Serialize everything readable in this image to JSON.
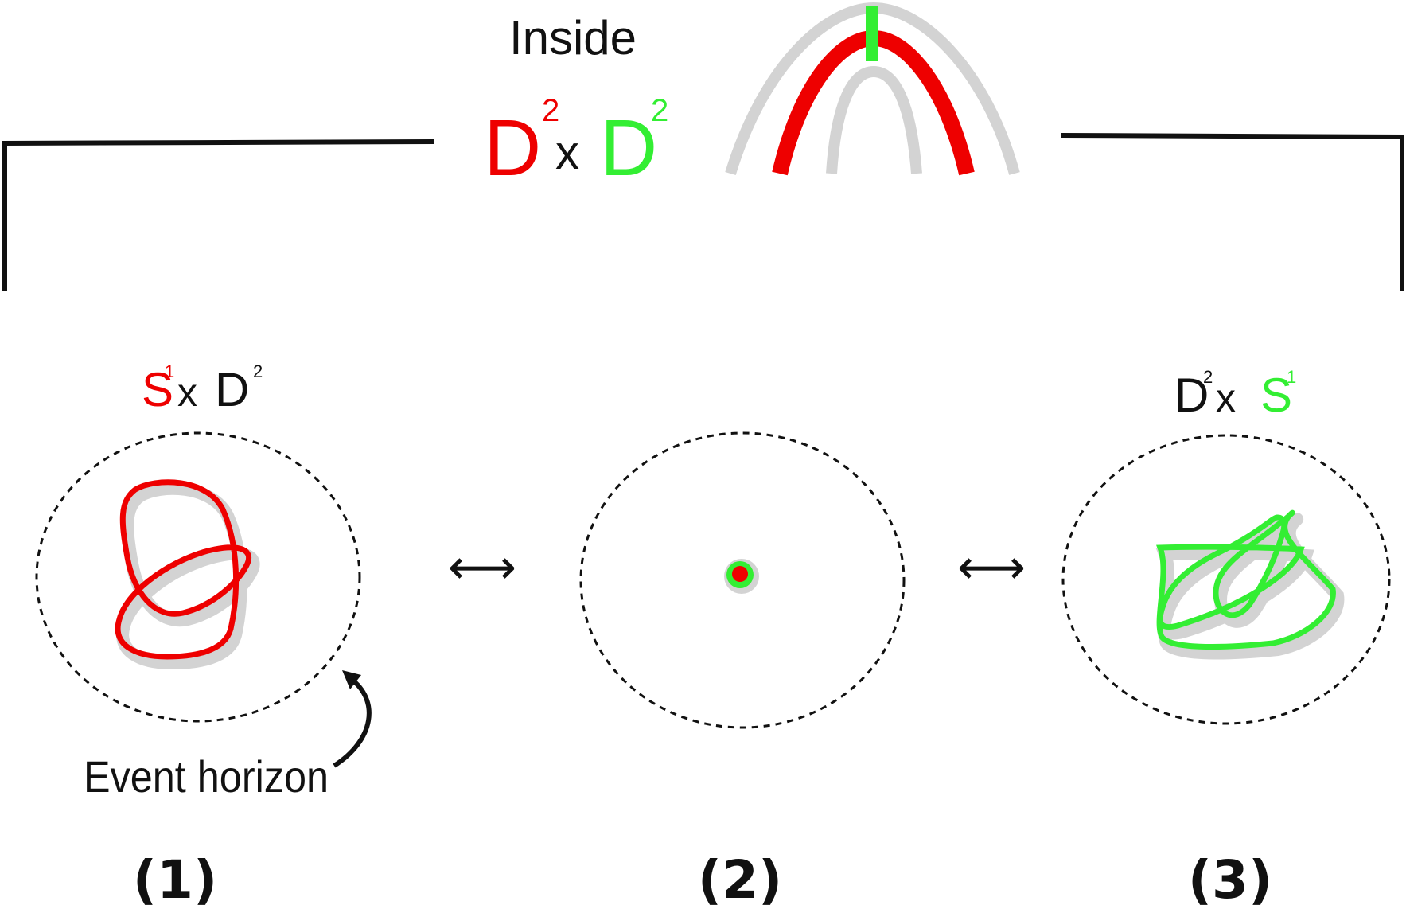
{
  "colors": {
    "red": "#ee0000",
    "green": "#33ee33",
    "gray": "#d3d3d3",
    "black": "#111111"
  },
  "top": {
    "inside_label": "Inside",
    "product": {
      "left_base": "D",
      "left_exp": "2",
      "times": "x",
      "right_base": "D",
      "right_exp": "2"
    }
  },
  "panel1": {
    "label": {
      "left_base": "S",
      "left_exp": "1",
      "times": "x",
      "right_base": "D",
      "right_exp": "2"
    },
    "annotation": "Event horizon",
    "number": "(1)"
  },
  "panel2": {
    "number": "(2)"
  },
  "panel3": {
    "label": {
      "left_base": "D",
      "left_exp": "2",
      "times": "x",
      "right_base": "S",
      "right_exp": "1"
    },
    "number": "(3)"
  },
  "arrows": {
    "left": "⟷",
    "right": "⟷"
  }
}
